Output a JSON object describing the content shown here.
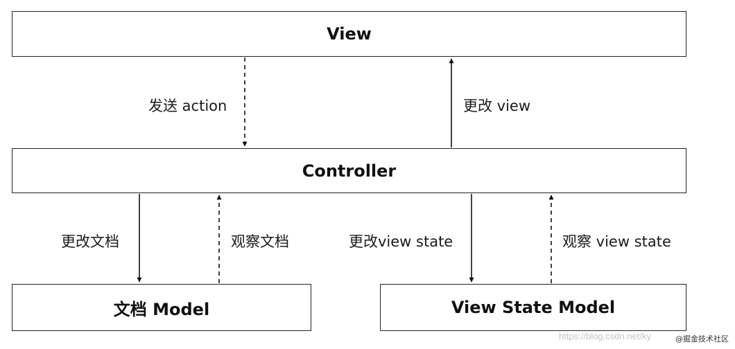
{
  "boxes": {
    "view": "View",
    "controller": "Controller",
    "doc_model": "文档 Model",
    "view_state_model": "View State Model"
  },
  "edges": [
    {
      "from": "View",
      "to": "Controller",
      "label": "发送 action",
      "style": "dashed"
    },
    {
      "from": "Controller",
      "to": "View",
      "label": "更改 view",
      "style": "solid"
    },
    {
      "from": "Controller",
      "to": "文档 Model",
      "label": "更改文档",
      "style": "solid"
    },
    {
      "from": "文档 Model",
      "to": "Controller",
      "label": "观察文档",
      "style": "dashed"
    },
    {
      "from": "Controller",
      "to": "View State Model",
      "label": "更改view state",
      "style": "solid"
    },
    {
      "from": "View State Model",
      "to": "Controller",
      "label": "观察 view state",
      "style": "dashed"
    }
  ],
  "watermark": {
    "url": "https://blog.csdn.net/ky",
    "brand": "@掘金技术社区"
  }
}
